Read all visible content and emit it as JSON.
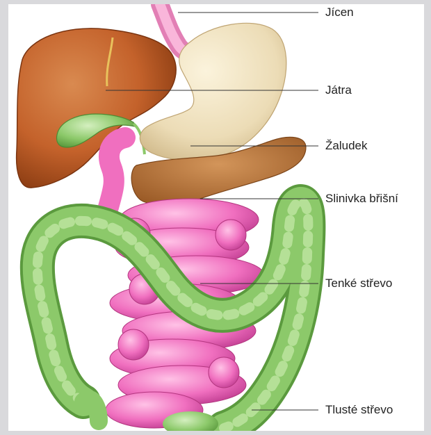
{
  "diagram": {
    "labels": [
      {
        "id": "esophagus",
        "text": "Jícen"
      },
      {
        "id": "liver",
        "text": "Játra"
      },
      {
        "id": "stomach",
        "text": "Žaludek"
      },
      {
        "id": "pancreas",
        "text": "Slinivka břišní"
      },
      {
        "id": "small-intestine",
        "text": "Tenké střevo"
      },
      {
        "id": "large-intestine",
        "text": "Tlusté střevo"
      }
    ],
    "colors": {
      "liver": "#c4622b",
      "stomach": "#efe3c4",
      "pancreas": "#b8763a",
      "small_intestine": "#f06fbf",
      "large_intestine": "#8cc96a",
      "gallbladder": "#6fb84e",
      "esophagus": "#f49ac8",
      "frame": "#d9d9dc"
    }
  }
}
